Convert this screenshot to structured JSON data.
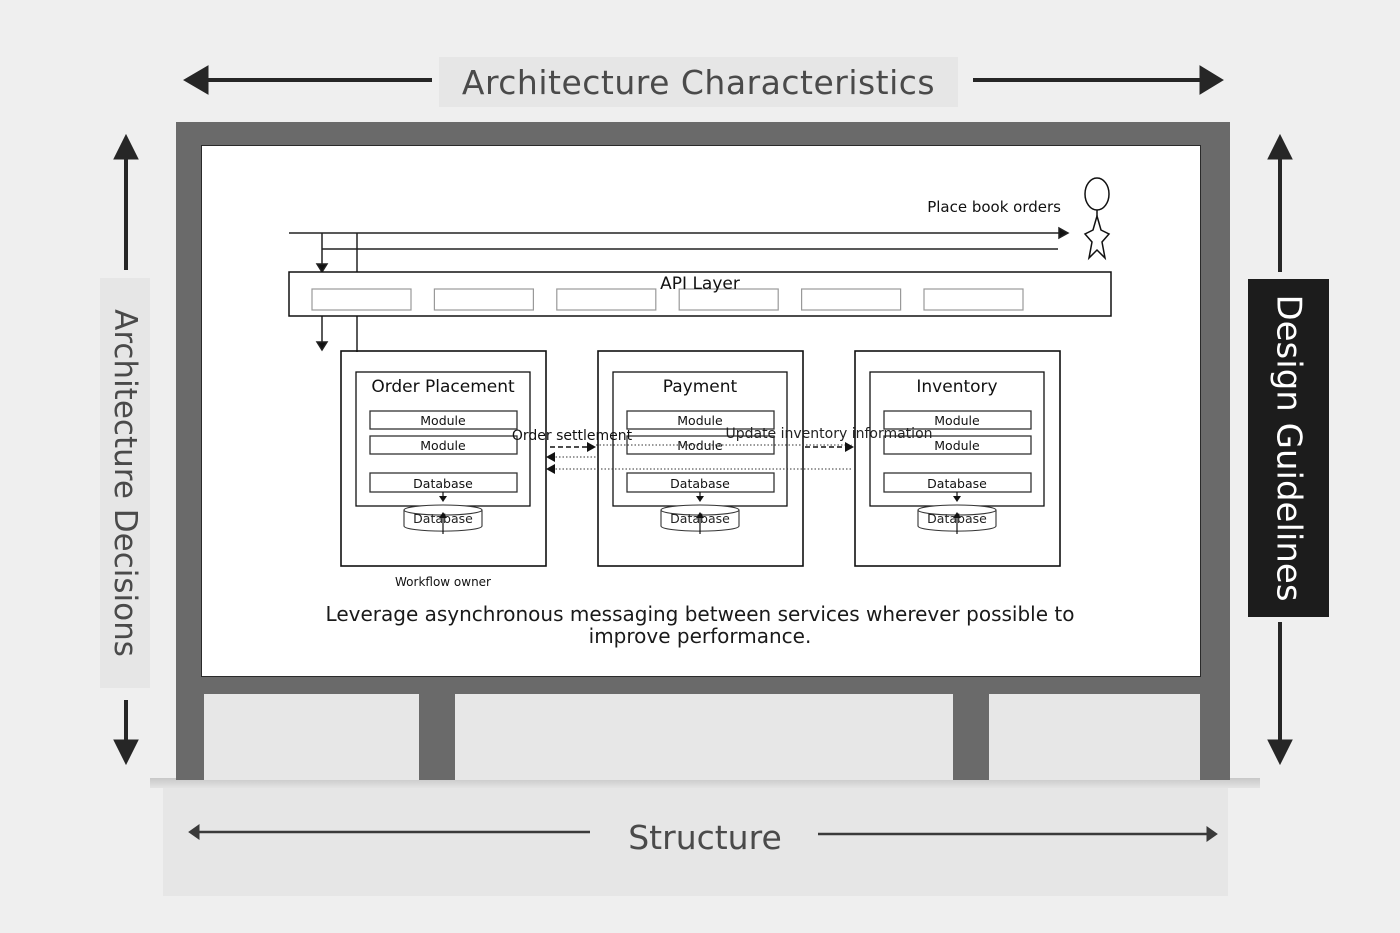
{
  "axes": {
    "top": {
      "label": "Architecture Characteristics"
    },
    "left": {
      "label": "Architecture Decisions"
    },
    "right": {
      "label": "Design Guidelines"
    },
    "bottom": {
      "label": "Structure"
    }
  },
  "diagram": {
    "actor": {
      "label": "Place book orders"
    },
    "api_layer": {
      "label": "API Layer",
      "endpoint_count": 6
    },
    "services": [
      {
        "name": "Order Placement",
        "modules": [
          "Module",
          "Module"
        ],
        "database_component": "Database",
        "datastore": "Database",
        "role": "Workflow owner"
      },
      {
        "name": "Payment",
        "modules": [
          "Module",
          "Module"
        ],
        "database_component": "Database",
        "datastore": "Database"
      },
      {
        "name": "Inventory",
        "modules": [
          "Module",
          "Module"
        ],
        "database_component": "Database",
        "datastore": "Database"
      }
    ],
    "messages": [
      {
        "label": "Order settlement",
        "from": "Order Placement",
        "to": "Payment",
        "style": "dashed"
      },
      {
        "label": "Update inventory information",
        "from": "Payment",
        "to": "Inventory",
        "style": "dashed"
      }
    ],
    "caption": "Leverage asynchronous messaging between services wherever possible to improve performance."
  },
  "colors": {
    "frame": "#6a6a6a",
    "background": "#efefef",
    "label_bg": "#e6e6e6",
    "right_label_bg": "#1c1c1c",
    "ink": "#1a1a1a"
  }
}
